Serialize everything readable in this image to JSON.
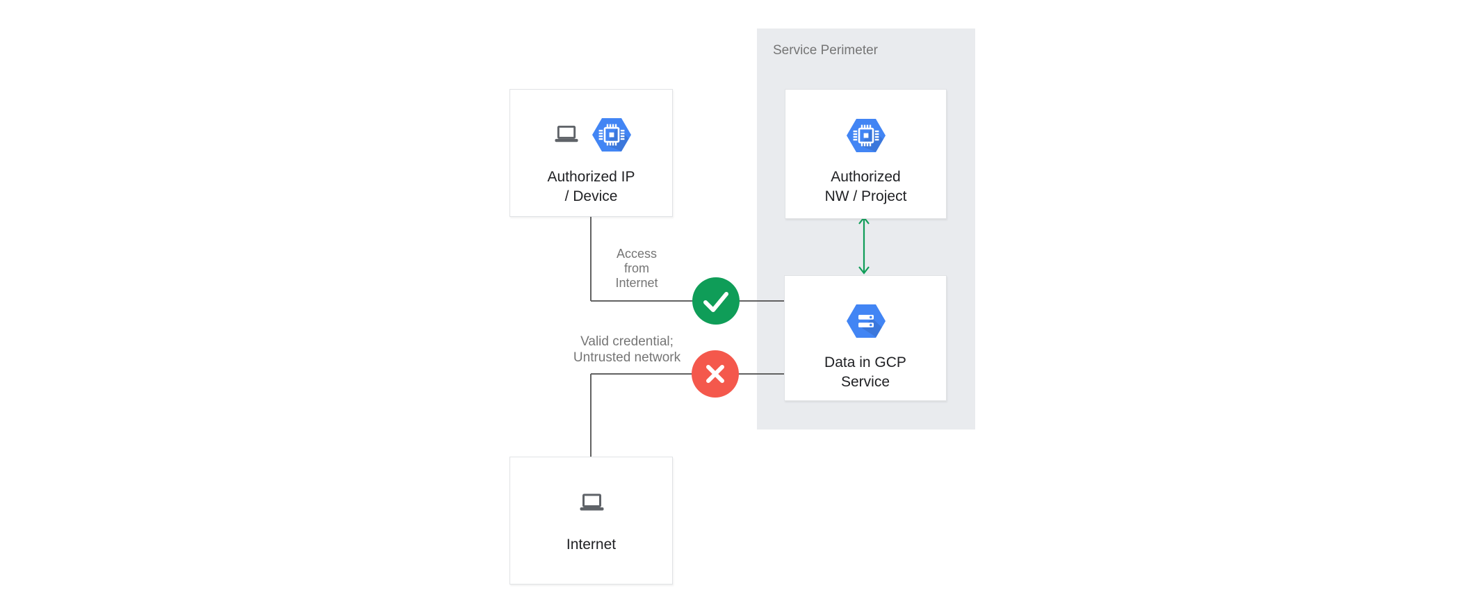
{
  "perimeter": {
    "label": "Service Perimeter"
  },
  "nodes": {
    "ip_device": {
      "line1": "Authorized IP",
      "line2": "/ Device"
    },
    "nw_project": {
      "line1": "Authorized",
      "line2": "NW / Project"
    },
    "gcp_service": {
      "line1": "Data in GCP",
      "line2": "Service"
    },
    "internet": {
      "label": "Internet"
    }
  },
  "edge_labels": {
    "allowed": {
      "line1": "Access",
      "line2": "from",
      "line3": "Internet"
    },
    "denied": {
      "line1": "Valid credential;",
      "line2": "Untrusted network"
    }
  },
  "icons": {
    "laptop": "laptop-icon",
    "compute_hexagon": "gcp-compute-hexagon-icon",
    "storage_hexagon": "gcp-storage-hexagon-icon",
    "allowed_badge": "check-icon",
    "denied_badge": "x-icon",
    "perimeter_link": "double-arrow-icon"
  },
  "colors": {
    "gcp_blue": "#4285f4",
    "success_green": "#0f9d58",
    "denied_red": "#f4584c",
    "perimeter_bg": "#e9ebee",
    "connector_gray": "#616161",
    "annotation_gray": "#757575",
    "label_dark": "#202124"
  }
}
